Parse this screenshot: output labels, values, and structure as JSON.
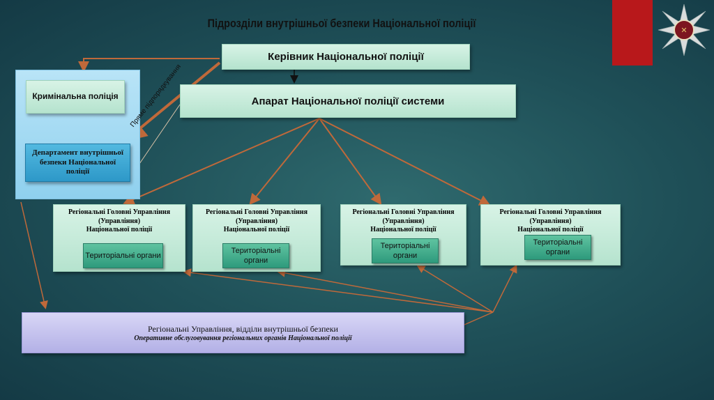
{
  "title": "Підрозділи внутрішньої безпеки Національної поліції",
  "head": "Керівник Національної поліції",
  "apparatus": "Апарат Національної поліції системи",
  "criminal": "Кримінальна поліція",
  "department": "Департамент внутрішньої безпеки Національної поліції",
  "direct_label": "Пряме підпорядкування",
  "regional": [
    {
      "line1": "Регіональні Головні Управління",
      "line2": "(Управління)",
      "line3": "Національної поліції",
      "sub": "Територіальні органи"
    },
    {
      "line1": "Регіональні Головні Управління",
      "line2": "(Управління)",
      "line3": "Національної поліції",
      "sub": "Територіальні органи"
    },
    {
      "line1": "Регіональні Головні Управління",
      "line2": "(Управління)",
      "line3": "Національної поліції",
      "sub": "Територіальні органи"
    },
    {
      "line1": "Регіональні Головні Управління",
      "line2": "(Управління)",
      "line3": "Національної поліції",
      "sub": "Територіальні органи"
    }
  ],
  "bottom": {
    "line1": "Регіональні Управління, відділи внутрішньої безпеки",
    "line2": "Оперативне обслуговування регіональних органів Національної поліції"
  },
  "colors": {
    "arrow": "#c0693a",
    "accent_red": "#b8181b"
  }
}
